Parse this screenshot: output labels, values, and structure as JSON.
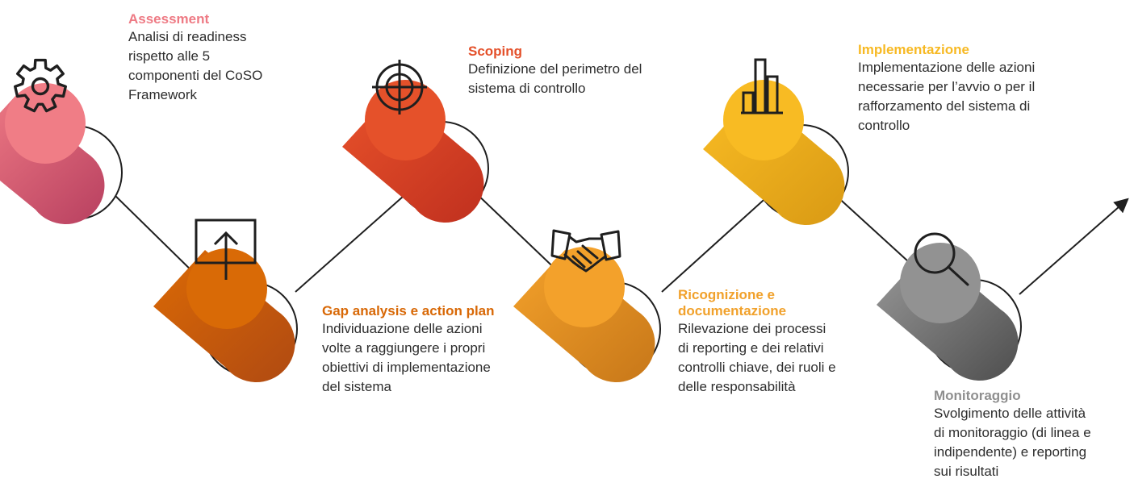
{
  "colors": {
    "assessment": "#EE7A84",
    "gap": "#D86806",
    "scoping": "#E4502A",
    "ricognizione": "#F1A12B",
    "implementazione": "#F7B923",
    "monitoraggio": "#8F8F8F",
    "line": "#1f1f1f"
  },
  "stages": [
    {
      "key": "assessment",
      "icon": "gear-icon",
      "title": "Assessment",
      "desc": "Analisi di readiness\nrispetto alle 5\ncomponenti del CoSO\nFramework"
    },
    {
      "key": "gap",
      "icon": "upload-screen-icon",
      "title": "Gap analysis e action plan",
      "desc": "Individuazione delle azioni\nvolte a raggiungere i propri\nobiettivi di implementazione\ndel sistema"
    },
    {
      "key": "scoping",
      "icon": "target-icon",
      "title": "Scoping",
      "desc": "Definizione del perimetro del\nsistema di controllo"
    },
    {
      "key": "ricognizione",
      "icon": "handshake-icon",
      "title": "Ricognizione e\ndocumentazione",
      "desc": "Rilevazione dei processi\ndi reporting e dei relativi\ncontrolli chiave, dei ruoli e\ndelle responsabilità"
    },
    {
      "key": "implementazione",
      "icon": "bar-chart-icon",
      "title": "Implementazione",
      "desc": "Implementazione delle azioni\nnecessarie per l’avvio o per il\nrafforzamento del sistema di\ncontrollo"
    },
    {
      "key": "monitoraggio",
      "icon": "magnifier-icon",
      "title": "Monitoraggio",
      "desc": "Svolgimento delle attività\ndi monitoraggio (di linea e\nindipendente) e reporting\nsui risultati"
    }
  ]
}
